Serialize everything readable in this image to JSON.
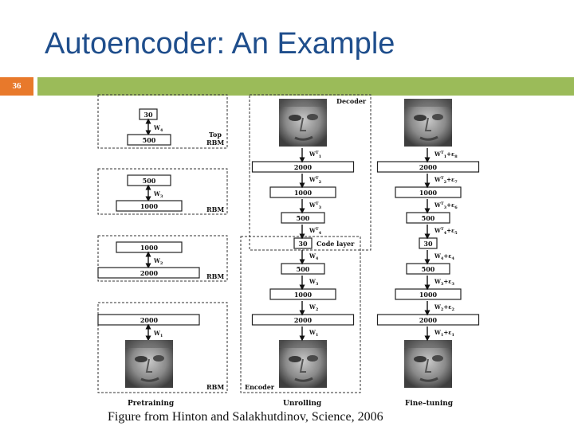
{
  "slide": {
    "title": "Autoencoder: An Example",
    "number": "36",
    "caption": "Figure from Hinton and Salakhutdinov, Science, 2006",
    "accent_color": "#e8792b",
    "bar_color": "#9bbb59",
    "title_color": "#1f4e8c"
  },
  "pretraining": {
    "label": "Pretraining",
    "rbm_top": {
      "label_top": "Top",
      "label_rbm": "RBM",
      "upper": "30",
      "weight": "W",
      "weight_sub": "4",
      "lower": "500"
    },
    "rbm_3": {
      "label_rbm": "RBM",
      "upper": "500",
      "weight": "W",
      "weight_sub": "3",
      "lower": "1000"
    },
    "rbm_2": {
      "label_rbm": "RBM",
      "upper": "1000",
      "weight": "W",
      "weight_sub": "2",
      "lower": "2000"
    },
    "rbm_1": {
      "label_rbm": "RBM",
      "upper": "2000",
      "weight": "W",
      "weight_sub": "1"
    }
  },
  "unrolling": {
    "label": "Unrolling",
    "decoder_label": "Decoder",
    "encoder_label": "Encoder",
    "code_layer_label": "Code layer",
    "layers": [
      "2000",
      "1000",
      "500",
      "30",
      "500",
      "1000",
      "2000"
    ],
    "decoder_weights": [
      {
        "w": "W",
        "sub": "1",
        "sup": "T"
      },
      {
        "w": "W",
        "sub": "2",
        "sup": "T"
      },
      {
        "w": "W",
        "sub": "3",
        "sup": "T"
      },
      {
        "w": "W",
        "sub": "4",
        "sup": "T"
      }
    ],
    "encoder_weights": [
      {
        "w": "W",
        "sub": "4"
      },
      {
        "w": "W",
        "sub": "3"
      },
      {
        "w": "W",
        "sub": "2"
      },
      {
        "w": "W",
        "sub": "1"
      }
    ]
  },
  "finetuning": {
    "label": "Fine–tuning",
    "layers": [
      "2000",
      "1000",
      "500",
      "30",
      "500",
      "1000",
      "2000"
    ],
    "decoder_weights": [
      {
        "w": "W",
        "sub": "1",
        "sup": "T",
        "eps": "+ε",
        "eps_sub": "8"
      },
      {
        "w": "W",
        "sub": "2",
        "sup": "T",
        "eps": "+ε",
        "eps_sub": "7"
      },
      {
        "w": "W",
        "sub": "3",
        "sup": "T",
        "eps": "+ε",
        "eps_sub": "6"
      },
      {
        "w": "W",
        "sub": "4",
        "sup": "T",
        "eps": "+ε",
        "eps_sub": "5"
      }
    ],
    "encoder_weights": [
      {
        "w": "W",
        "sub": "4",
        "eps": "+ε",
        "eps_sub": "4"
      },
      {
        "w": "W",
        "sub": "3",
        "eps": "+ε",
        "eps_sub": "3"
      },
      {
        "w": "W",
        "sub": "2",
        "eps": "+ε",
        "eps_sub": "2"
      },
      {
        "w": "W",
        "sub": "1",
        "eps": "+ε",
        "eps_sub": "1"
      }
    ]
  }
}
